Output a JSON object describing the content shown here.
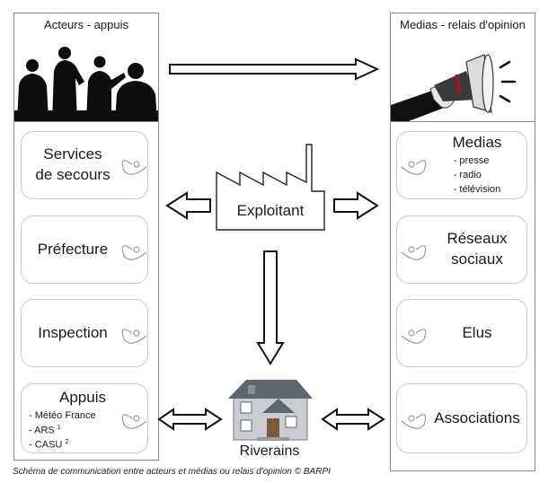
{
  "left_column": {
    "title": "Acteurs - appuis",
    "actors": [
      {
        "label_lines": [
          "Services",
          "de secours"
        ]
      },
      {
        "label_lines": [
          "Préfecture"
        ]
      },
      {
        "label_lines": [
          "Inspection"
        ]
      },
      {
        "label_lines": [
          "Appuis"
        ],
        "items": [
          {
            "text": "- Météo France",
            "sup": ""
          },
          {
            "text": "- ARS",
            "sup": "1"
          },
          {
            "text": "- CASU",
            "sup": "2"
          }
        ]
      }
    ]
  },
  "right_column": {
    "title": "Medias - relais d'opinion",
    "relays": [
      {
        "label_lines": [
          "Medias"
        ],
        "items": [
          "- presse",
          "- radio",
          "- télévision"
        ]
      },
      {
        "label_lines": [
          "Réseaux",
          "sociaux"
        ]
      },
      {
        "label_lines": [
          "Elus"
        ]
      },
      {
        "label_lines": [
          "Associations"
        ]
      }
    ]
  },
  "center": {
    "operator": "Exploitant",
    "residents": "Riverains"
  },
  "caption": "Schéma de communication entre acteurs et médias ou relais d'opinion © BARPI",
  "colors": {
    "frame": "#8a8a8a",
    "tag_border": "#c9c9c9",
    "silhouette": "#0d0d0d",
    "house_roof": "#5e6670",
    "house_wall": "#c9cdd1"
  },
  "icons": {
    "left_banner": "meeting-silhouette-icon",
    "right_banner": "megaphone-icon",
    "operator": "factory-icon",
    "residents": "house-icon",
    "tag_hole": "tag-string-icon"
  }
}
